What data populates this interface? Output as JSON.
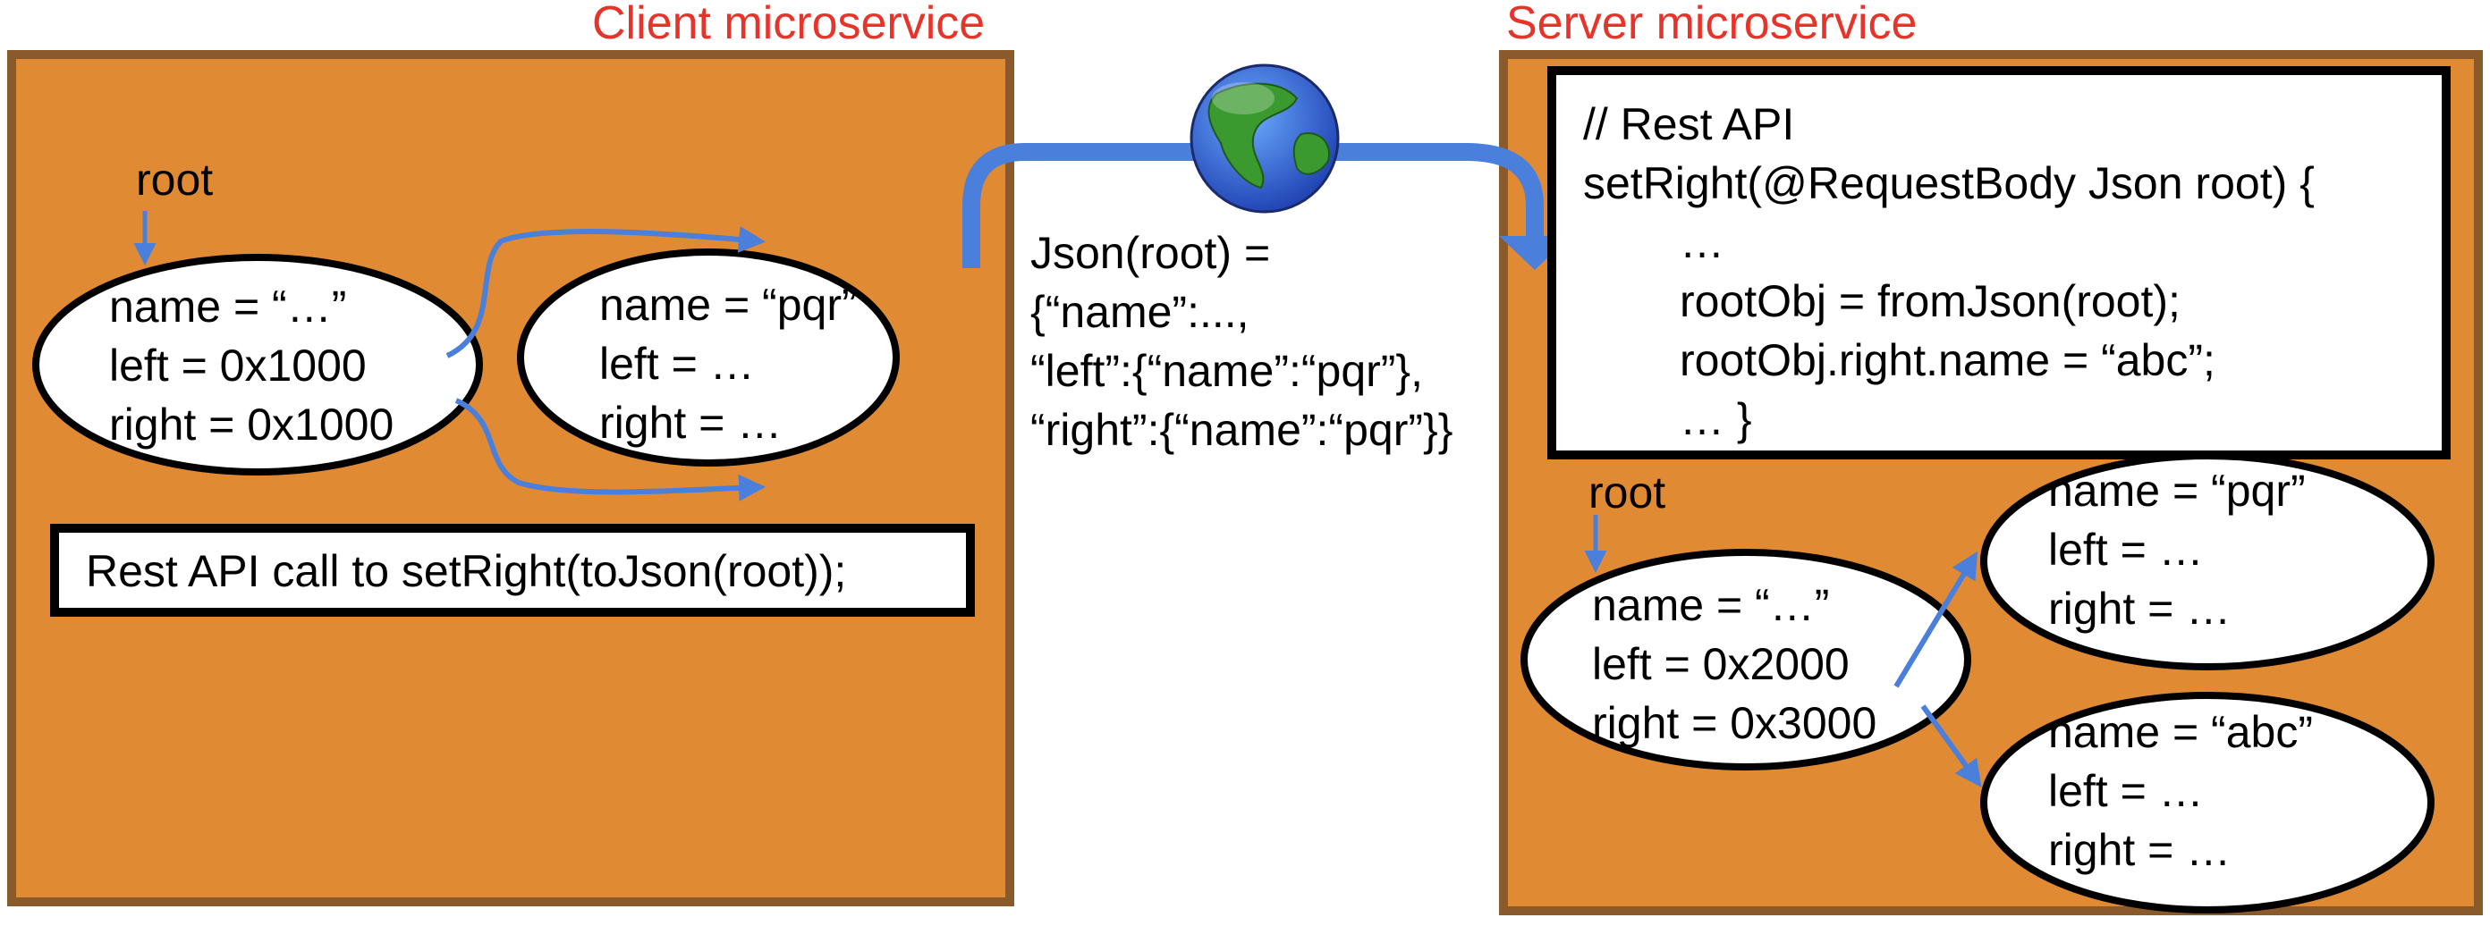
{
  "colors": {
    "panel_fill": "#e08a33",
    "panel_border": "#8a5a2b",
    "title": "#e8332a",
    "arrow": "#4a7fdc"
  },
  "client": {
    "title": "Client microservice",
    "root_label": "root",
    "node_root": {
      "line1": "name = “…”",
      "line2": "left = 0x1000",
      "line3": "right = 0x1000"
    },
    "node_child": {
      "line1": "name = “pqr”",
      "line2": "left = …",
      "line3": "right = …"
    },
    "call_text": "Rest API call to setRight(toJson(root));"
  },
  "network": {
    "icon": "globe-icon",
    "json_lines": [
      "Json(root) =",
      "{“name”:...,",
      "“left”:{“name”:“pqr”},",
      "“right”:{“name”:“pqr”}}"
    ]
  },
  "server": {
    "title": "Server microservice",
    "code_lines": [
      "// Rest API",
      "setRight(@RequestBody Json root) {",
      "…",
      "rootObj = fromJson(root);",
      "rootObj.right.name = “abc”;",
      "… }"
    ],
    "root_label": "root",
    "node_root": {
      "line1": "name = “…”",
      "line2": "left = 0x2000",
      "line3": "right = 0x3000"
    },
    "node_left": {
      "line1": "name = “pqr”",
      "line2": "left = …",
      "line3": "right = …"
    },
    "node_right": {
      "line1": "name = “abc”",
      "line2": "left = …",
      "line3": "right = …"
    }
  }
}
